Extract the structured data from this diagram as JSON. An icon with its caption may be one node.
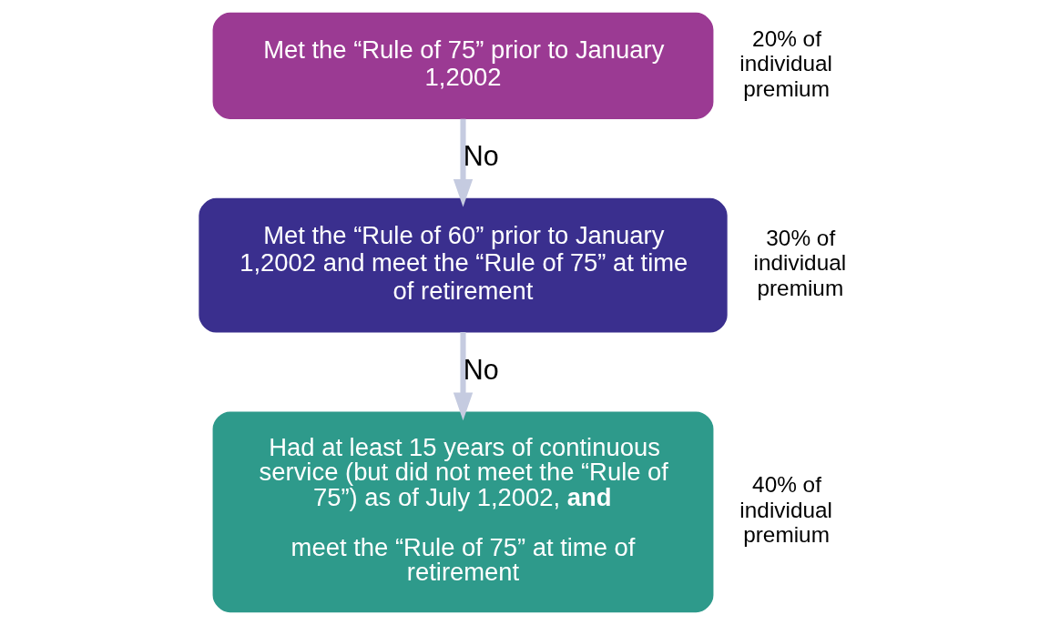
{
  "diagram": {
    "nodes": [
      {
        "text": [
          "Met the “Rule of 75” prior to January 1,2002"
        ],
        "beside": [
          "20% of individual premium"
        ]
      },
      {
        "text": [
          "Met the “Rule of 60” prior to January 1,2002 and meet the “Rule of 75” at time of retirement"
        ],
        "beside": [
          "30% of individual premium"
        ]
      },
      {
        "text": [
          "Had at least 15 years of continuous service (but did not meet the “Rule of 75”) as of July 1,2002, **and**",
          "meet the “Rule of 75” at time of retirement"
        ],
        "beside": [
          "40% of individual premium"
        ]
      }
    ],
    "edges": [
      {
        "from": 0,
        "to": 1,
        "arrow": "to",
        "label": "No"
      },
      {
        "from": 1,
        "to": 2,
        "arrow": "to",
        "label": "No"
      }
    ]
  }
}
